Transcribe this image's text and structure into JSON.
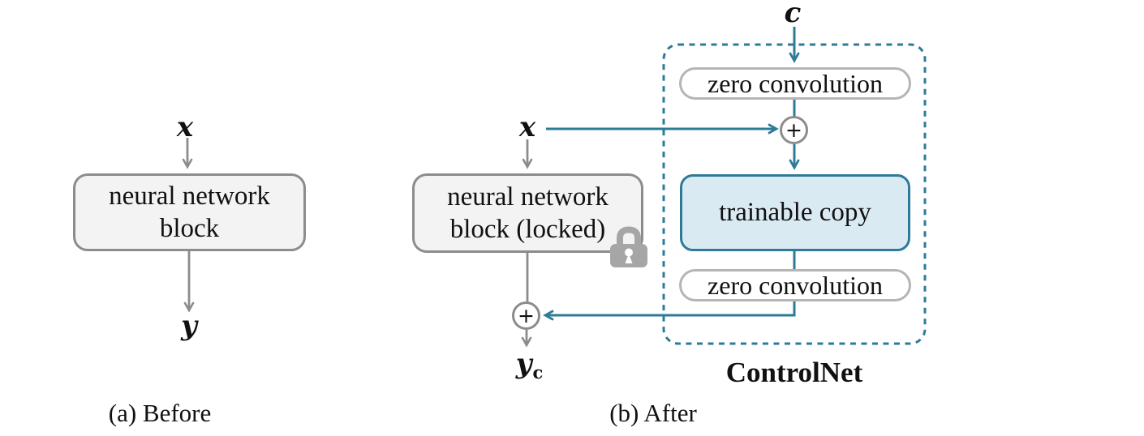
{
  "colors": {
    "teal": "#2e7b98",
    "wire_gray": "#8c8c8c",
    "block_fill": "#f3f3f3",
    "block_border": "#8c8c8c",
    "pill_border": "#b5b5b5",
    "trainable_fill": "#daeaf3",
    "trainable_border": "#2e7b98",
    "lock_gray": "#a6a6a6",
    "text": "#111111"
  },
  "before": {
    "input_label": "x",
    "block_lines": [
      "neural network",
      "block"
    ],
    "output_label": "y",
    "caption": "(a) Before"
  },
  "after": {
    "condition_label": "c",
    "input_label": "x",
    "locked_block_lines": [
      "neural network",
      "block (locked)"
    ],
    "zero_conv_top": "zero convolution",
    "trainable_copy_label": "trainable copy",
    "zero_conv_bottom": "zero convolution",
    "plus_symbol": "+",
    "output_label": "y",
    "output_subscript": "c",
    "controlnet_label": "ControlNet",
    "caption": "(b) After"
  }
}
